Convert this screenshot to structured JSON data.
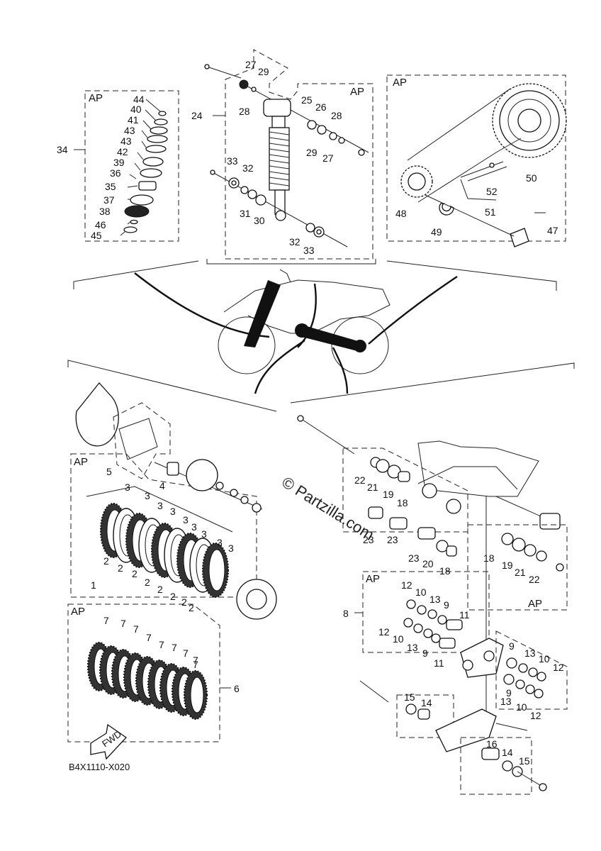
{
  "diagram": {
    "code": "B4X1110-X020",
    "watermark": "© Partzilla.com",
    "fwd_label": "FWD",
    "ap": "AP"
  },
  "labels": [
    {
      "id": "l44",
      "text": "44"
    },
    {
      "id": "l40",
      "text": "40"
    },
    {
      "id": "l41",
      "text": "41"
    },
    {
      "id": "l43a",
      "text": "43"
    },
    {
      "id": "l43b",
      "text": "43"
    },
    {
      "id": "l42",
      "text": "42"
    },
    {
      "id": "l39",
      "text": "39"
    },
    {
      "id": "l36",
      "text": "36"
    },
    {
      "id": "l35",
      "text": "35"
    },
    {
      "id": "l37",
      "text": "37"
    },
    {
      "id": "l38",
      "text": "38"
    },
    {
      "id": "l46",
      "text": "46"
    },
    {
      "id": "l45",
      "text": "45"
    },
    {
      "id": "l34",
      "text": "34"
    },
    {
      "id": "l27a",
      "text": "27"
    },
    {
      "id": "l29a",
      "text": "29"
    },
    {
      "id": "l28a",
      "text": "28"
    },
    {
      "id": "l24",
      "text": "24"
    },
    {
      "id": "l25",
      "text": "25"
    },
    {
      "id": "l26",
      "text": "26"
    },
    {
      "id": "l28b",
      "text": "28"
    },
    {
      "id": "l29b",
      "text": "29"
    },
    {
      "id": "l27b",
      "text": "27"
    },
    {
      "id": "l33a",
      "text": "33"
    },
    {
      "id": "l32a",
      "text": "32"
    },
    {
      "id": "l31",
      "text": "31"
    },
    {
      "id": "l30",
      "text": "30"
    },
    {
      "id": "l32b",
      "text": "32"
    },
    {
      "id": "l33b",
      "text": "33"
    },
    {
      "id": "l50",
      "text": "50"
    },
    {
      "id": "l52",
      "text": "52"
    },
    {
      "id": "l48",
      "text": "48"
    },
    {
      "id": "l51",
      "text": "51"
    },
    {
      "id": "l49",
      "text": "49"
    },
    {
      "id": "l47",
      "text": "47"
    },
    {
      "id": "l5",
      "text": "5"
    },
    {
      "id": "l4",
      "text": "4"
    },
    {
      "id": "l1",
      "text": "1"
    },
    {
      "id": "l6",
      "text": "6"
    },
    {
      "id": "l8",
      "text": "8"
    },
    {
      "id": "l22a",
      "text": "22"
    },
    {
      "id": "l21a",
      "text": "21"
    },
    {
      "id": "l19a",
      "text": "19"
    },
    {
      "id": "l18a",
      "text": "18"
    },
    {
      "id": "l23a",
      "text": "23"
    },
    {
      "id": "l23b",
      "text": "23"
    },
    {
      "id": "l23c",
      "text": "23"
    },
    {
      "id": "l20",
      "text": "20"
    },
    {
      "id": "l18b",
      "text": "18"
    },
    {
      "id": "l18c",
      "text": "18"
    },
    {
      "id": "l19b",
      "text": "19"
    },
    {
      "id": "l21b",
      "text": "21"
    },
    {
      "id": "l22b",
      "text": "22"
    },
    {
      "id": "l12a",
      "text": "12"
    },
    {
      "id": "l10a",
      "text": "10"
    },
    {
      "id": "l13a",
      "text": "13"
    },
    {
      "id": "l9a",
      "text": "9"
    },
    {
      "id": "l11a",
      "text": "11"
    },
    {
      "id": "l12b",
      "text": "12"
    },
    {
      "id": "l10b",
      "text": "10"
    },
    {
      "id": "l13b",
      "text": "13"
    },
    {
      "id": "l9b",
      "text": "9"
    },
    {
      "id": "l11b",
      "text": "11"
    },
    {
      "id": "l9c",
      "text": "9"
    },
    {
      "id": "l13c",
      "text": "13"
    },
    {
      "id": "l10c",
      "text": "10"
    },
    {
      "id": "l12c",
      "text": "12"
    },
    {
      "id": "l9d",
      "text": "9"
    },
    {
      "id": "l13d",
      "text": "13"
    },
    {
      "id": "l10d",
      "text": "10"
    },
    {
      "id": "l12d",
      "text": "12"
    },
    {
      "id": "l15a",
      "text": "15"
    },
    {
      "id": "l14a",
      "text": "14"
    },
    {
      "id": "l16",
      "text": "16"
    },
    {
      "id": "l14b",
      "text": "14"
    },
    {
      "id": "l15b",
      "text": "15"
    }
  ],
  "plates3": [
    "3",
    "3",
    "3",
    "3",
    "3",
    "3",
    "3",
    "3",
    "3"
  ],
  "plates2": [
    "2",
    "2",
    "2",
    "2",
    "2",
    "2",
    "2",
    "2"
  ],
  "plates7": [
    "7",
    "7",
    "7",
    "7",
    "7",
    "7",
    "7",
    "7",
    "7"
  ]
}
